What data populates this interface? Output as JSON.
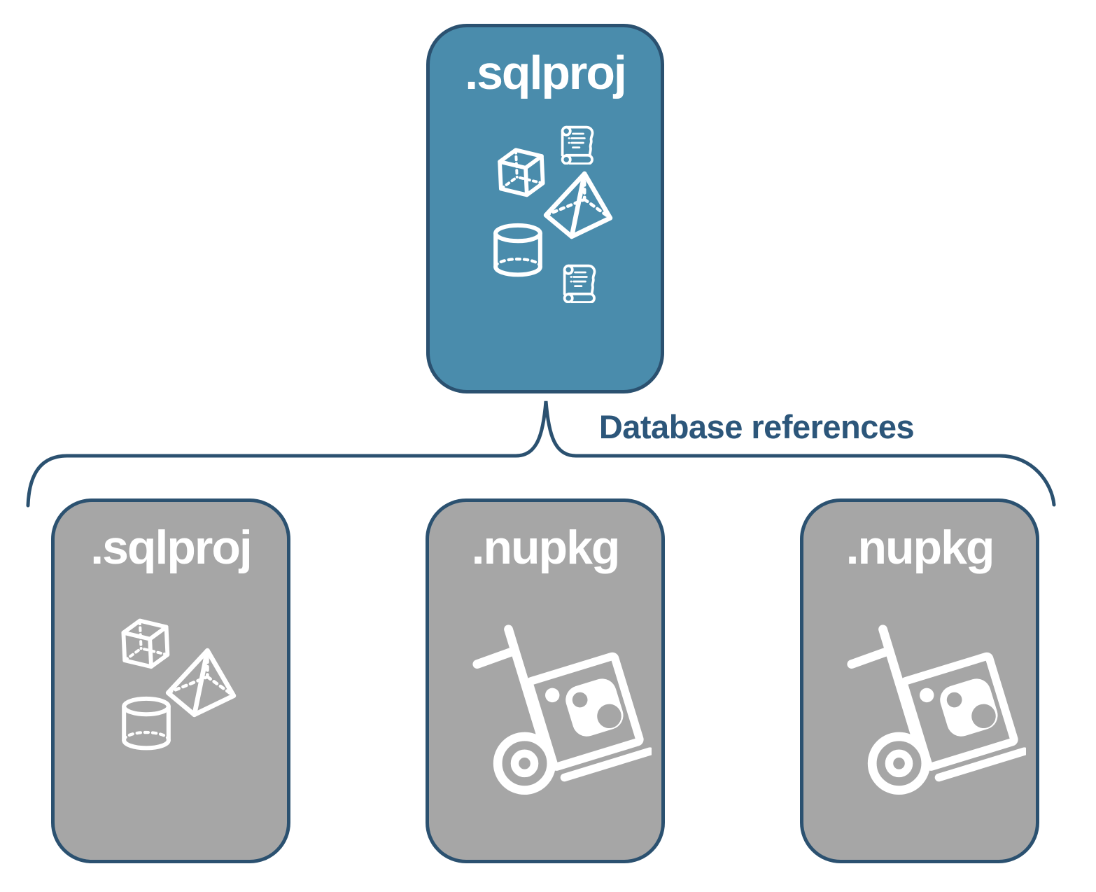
{
  "diagram": {
    "connector": {
      "label": "Database references"
    },
    "colors": {
      "accent_fill": "#4A8CAC",
      "gray_fill": "#A6A6A6",
      "border": "#2B5170",
      "label_text": "#2C567A",
      "icon_white": "#FFFFFF"
    },
    "root": {
      "title": ".sqlproj",
      "icons": [
        "cube-icon",
        "scroll-icon",
        "pyramid-icon",
        "cylinder-icon",
        "scroll-icon"
      ]
    },
    "children": [
      {
        "title": ".sqlproj",
        "icons": [
          "cube-icon",
          "pyramid-icon",
          "cylinder-icon"
        ]
      },
      {
        "title": ".nupkg",
        "icons": [
          "nuget-package-icon"
        ]
      },
      {
        "title": ".nupkg",
        "icons": [
          "nuget-package-icon"
        ]
      }
    ]
  }
}
